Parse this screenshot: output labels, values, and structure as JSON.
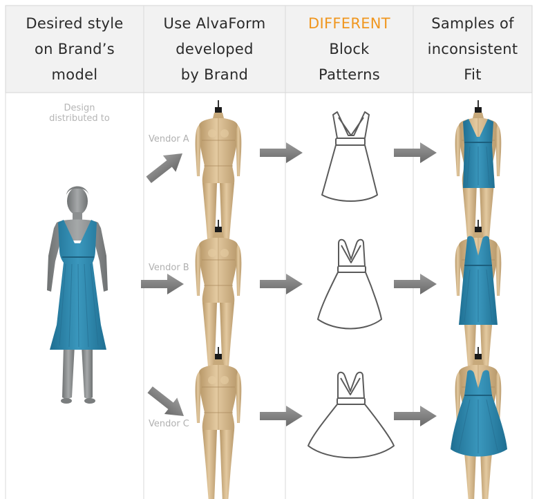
{
  "columns": [
    {
      "lines": [
        "Desired style",
        "on  Brand’s",
        "model"
      ]
    },
    {
      "lines": [
        "Use AlvaForm",
        "developed",
        "by Brand"
      ]
    },
    {
      "lines": [
        "DIFFERENT",
        "Block",
        "Patterns"
      ],
      "accent_line": 0
    },
    {
      "lines": [
        "Samples of",
        "inconsistent",
        "Fit"
      ]
    }
  ],
  "model_note": [
    "Design",
    "distributed to"
  ],
  "vendors": [
    "Vendor A",
    "Vendor B",
    "Vendor C"
  ],
  "colors": {
    "accent": "#f0961e",
    "dress": "#2e86ad",
    "form": "#d8bd92",
    "arrow": "#7b7b7b",
    "skin_grey": "#8c8f90",
    "header_bg": "#f2f2f2",
    "grid": "#d9d9d9"
  }
}
